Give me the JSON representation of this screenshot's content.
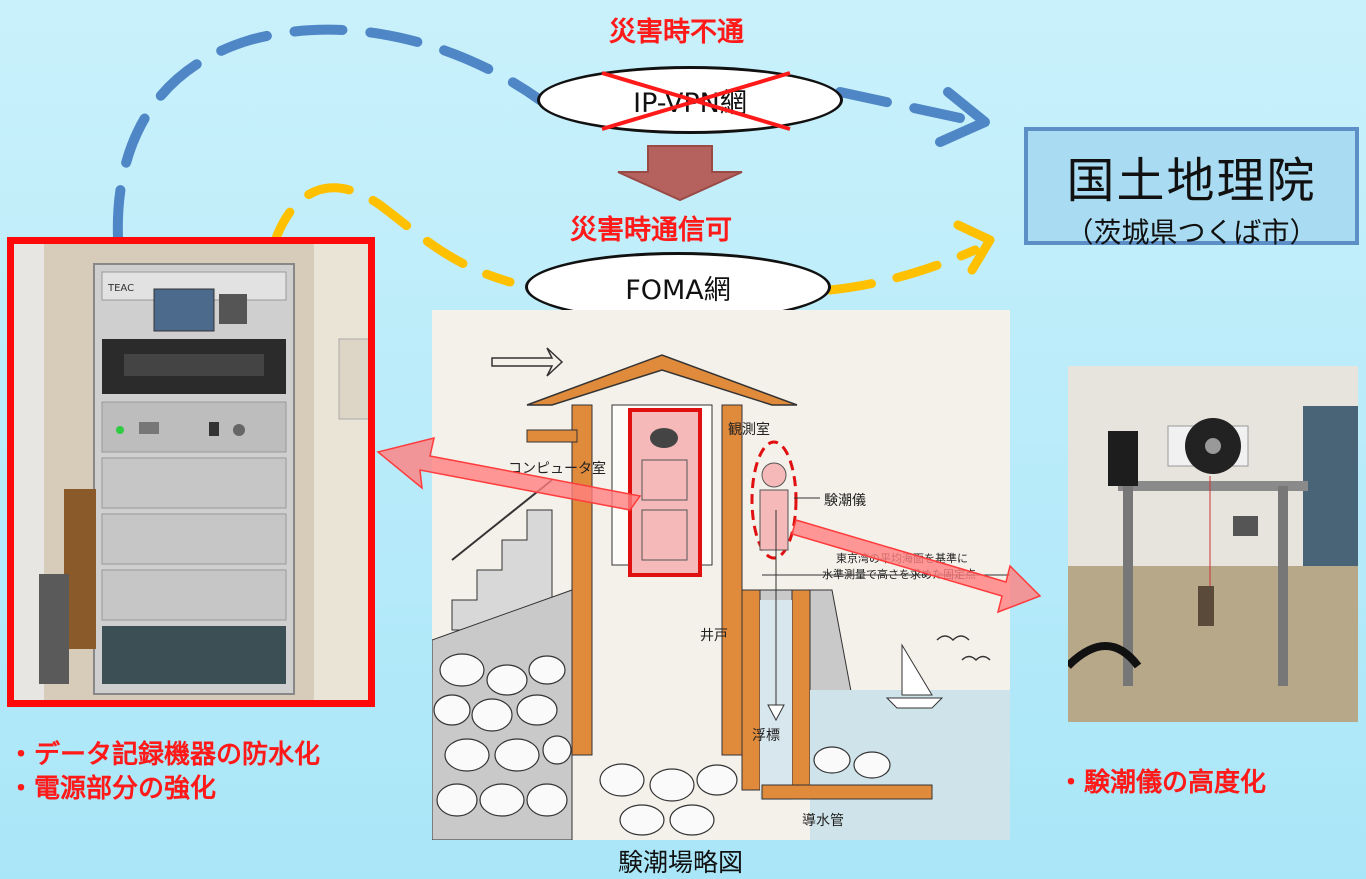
{
  "labels": {
    "disaster_blocked": "災害時不通",
    "disaster_ok": "災害時通信可",
    "network_ipvpn": "IP-VPN網",
    "network_foma": "FOMA網"
  },
  "gsi": {
    "title": "国土地理院",
    "subtitle": "（茨城県つくば市）"
  },
  "left_bullets": [
    "・データ記録機器の防水化",
    "・電源部分の強化"
  ],
  "right_bullets": [
    "・験潮儀の高度化"
  ],
  "caption": "験潮場略図",
  "diagram_labels": {
    "observation_room": "観測室",
    "computer_room": "コンピュータ室",
    "tide_gauge": "験潮儀",
    "benchmark_line1": "東京湾の平均海面を基準に",
    "benchmark_line2": "水準測量で高さを求めた固定点",
    "well": "井戸",
    "float": "浮標",
    "water_pipe": "導水管"
  },
  "photo_text": {
    "teac": "TEAC"
  },
  "colors": {
    "alert_red": "#ff1a1a",
    "ipvpn_path": "#4f86c6",
    "foma_path": "#ffc000",
    "down_arrow": "#b5625e",
    "gsi_border": "#5b8fc6"
  }
}
